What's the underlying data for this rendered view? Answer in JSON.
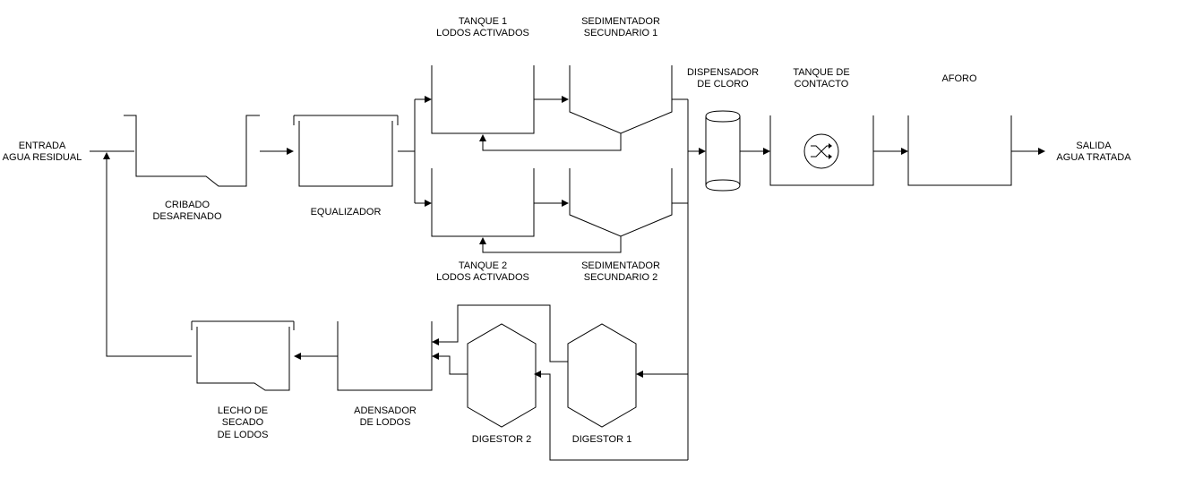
{
  "diagram": {
    "title": "",
    "labels": {
      "entrada": [
        "ENTRADA",
        "AGUA RESIDUAL"
      ],
      "cribado": [
        "CRIBADO",
        "DESARENADO"
      ],
      "equalizador": [
        "EQUALIZADOR"
      ],
      "tanque1": [
        "TANQUE 1",
        "LODOS ACTIVADOS"
      ],
      "sedimentador1": [
        "SEDIMENTADOR",
        "SECUNDARIO 1"
      ],
      "tanque2": [
        "TANQUE 2",
        "LODOS ACTIVADOS"
      ],
      "sedimentador2": [
        "SEDIMENTADOR",
        "SECUNDARIO 2"
      ],
      "dispensador": [
        "DISPENSADOR",
        "DE CLORO"
      ],
      "tanque_contacto": [
        "TANQUE DE",
        "CONTACTO"
      ],
      "aforo": [
        "AFORO"
      ],
      "salida": [
        "SALIDA",
        "AGUA TRATADA"
      ],
      "lecho": [
        "LECHO DE",
        "SECADO",
        "DE LODOS"
      ],
      "adensador": [
        "ADENSADOR",
        "DE LODOS"
      ],
      "digestor2": [
        "DIGESTOR 2"
      ],
      "digestor1": [
        "DIGESTOR 1"
      ]
    },
    "icons": {
      "contact_tank_symbol": "shuffle-icon"
    }
  }
}
